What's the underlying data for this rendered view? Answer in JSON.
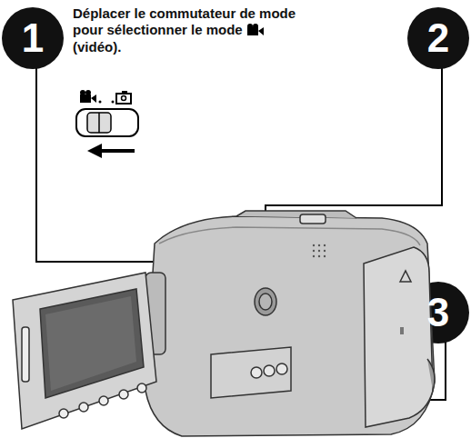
{
  "diagram": {
    "labels": [
      "1",
      "2",
      "3",
      "Déplacer le commutateur de mode pour sélectionner le mode",
      "(vidéo)."
    ]
  }
}
